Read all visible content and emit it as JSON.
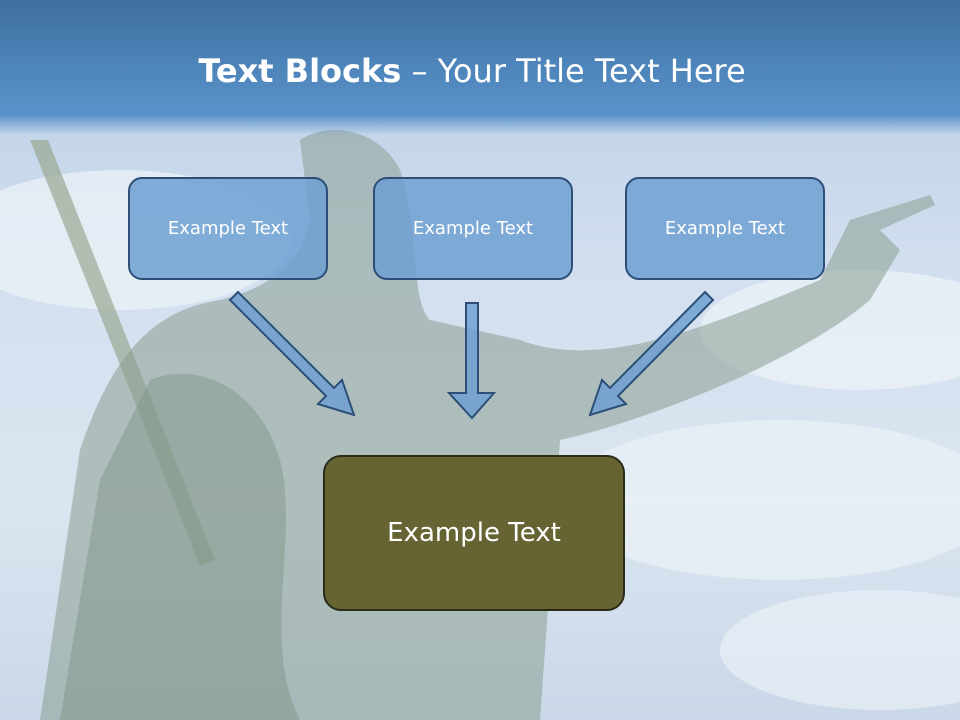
{
  "header": {
    "title_bold": "Text Blocks",
    "title_rest": " – Your Title Text Here"
  },
  "diagram": {
    "inputs": [
      {
        "label": "Example Text"
      },
      {
        "label": "Example Text"
      },
      {
        "label": "Example Text"
      }
    ],
    "result": {
      "label": "Example Text"
    }
  },
  "colors": {
    "input_fill": "#6ea0d2",
    "input_border": "#2d4f77",
    "arrow_fill": "#6ea0d2",
    "result_fill": "#666433",
    "header": "#4f87bd"
  },
  "background": {
    "icon": "statue-silhouette"
  }
}
